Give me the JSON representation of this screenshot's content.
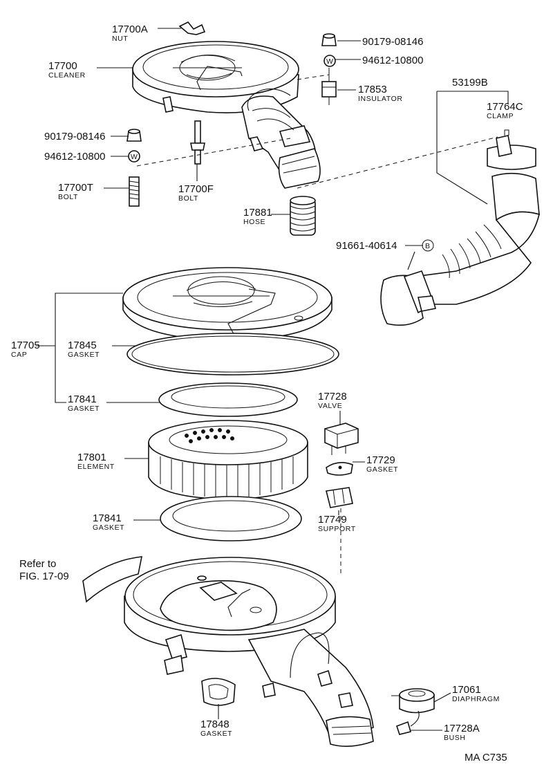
{
  "labels": {
    "c17700A": {
      "num": "17700A",
      "name": "NUT"
    },
    "c17700": {
      "num": "17700",
      "name": "CLEANER"
    },
    "c90179a": {
      "num": "90179-08146"
    },
    "c94612a": {
      "num": "94612-10800"
    },
    "c17853": {
      "num": "17853",
      "name": "INSULATOR"
    },
    "c53199B": {
      "num": "53199B"
    },
    "c17764C": {
      "num": "17764C",
      "name": "CLAMP"
    },
    "c90179b": {
      "num": "90179-08146"
    },
    "c94612b": {
      "num": "94612-10800"
    },
    "c17700T": {
      "num": "17700T",
      "name": "BOLT"
    },
    "c17700F": {
      "num": "17700F",
      "name": "BOLT"
    },
    "c17881": {
      "num": "17881",
      "name": "HOSE"
    },
    "c91661": {
      "num": "91661-40614"
    },
    "c17705": {
      "num": "17705",
      "name": "CAP"
    },
    "c17845": {
      "num": "17845",
      "name": "GASKET"
    },
    "c17841a": {
      "num": "17841",
      "name": "GASKET"
    },
    "c17728": {
      "num": "17728",
      "name": "VALVE"
    },
    "c17801": {
      "num": "17801",
      "name": "ELEMENT"
    },
    "c17729": {
      "num": "17729",
      "name": "GASKET"
    },
    "c17841b": {
      "num": "17841",
      "name": "GASKET"
    },
    "c17749": {
      "num": "17749",
      "name": "SUPPORT"
    },
    "c17061": {
      "num": "17061",
      "name": "DIAPHRAGM"
    },
    "c17848": {
      "num": "17848",
      "name": "GASKET"
    },
    "c17728A": {
      "num": "17728A",
      "name": "BUSH"
    }
  },
  "markers": {
    "w": "W",
    "b": "B"
  },
  "refer": {
    "line1": "Refer to",
    "line2": "FIG. 17-09"
  },
  "code": "MA  C735"
}
